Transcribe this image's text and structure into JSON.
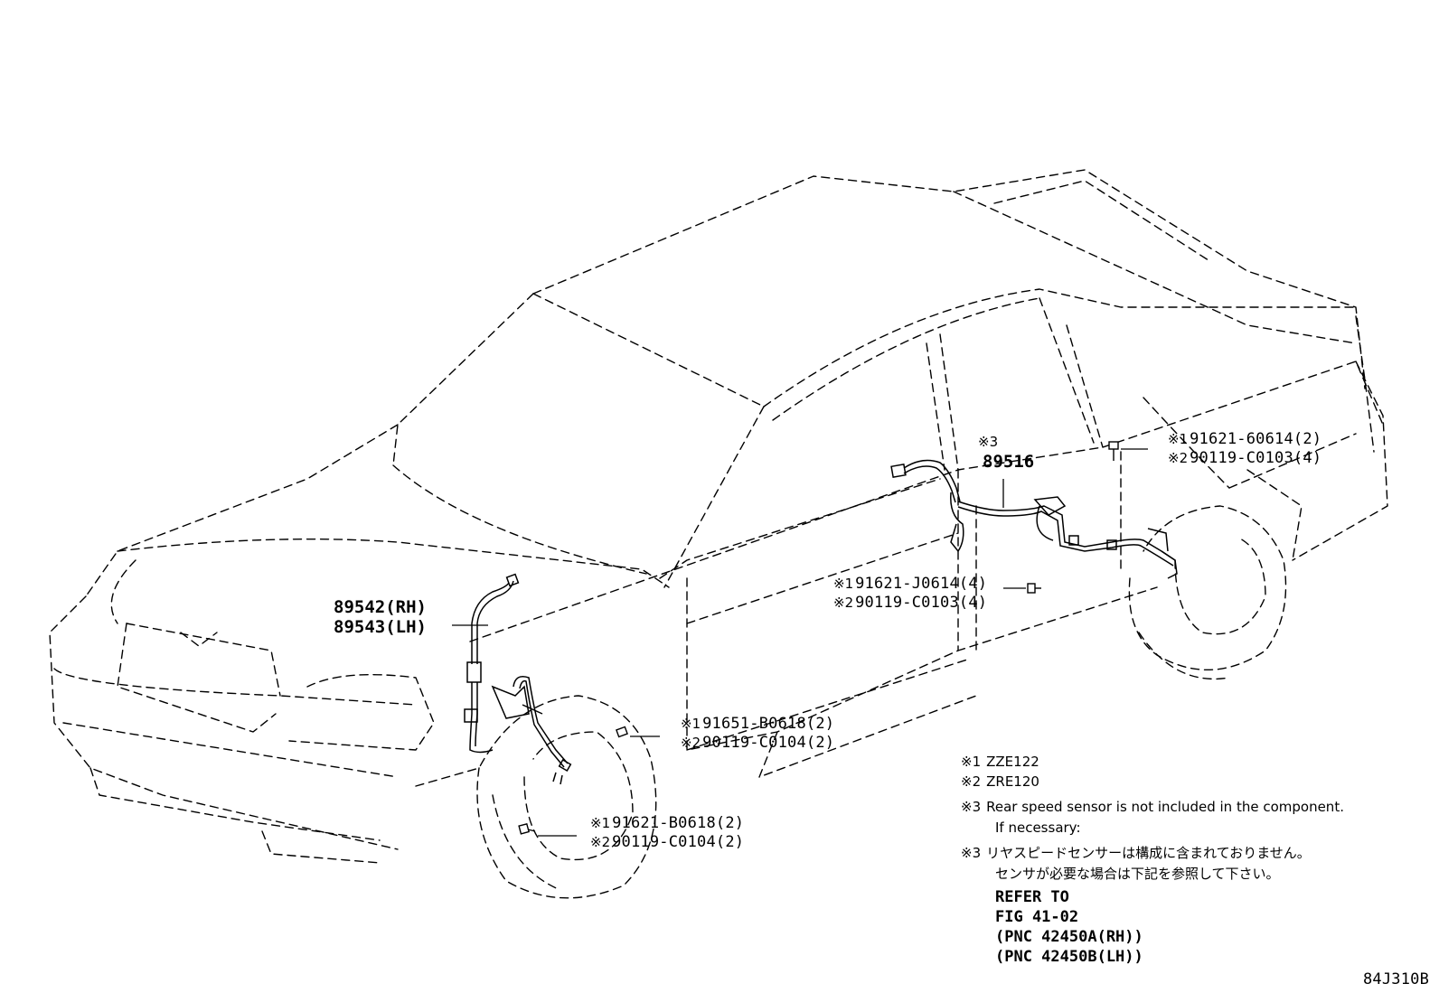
{
  "callouts": {
    "front_sensor": {
      "part_rh": "89542(RH)",
      "part_lh": "89543(LH)"
    },
    "rear_sensor": {
      "mark": "※3",
      "part": "89516"
    },
    "rear_bolt_upper": {
      "mark1": "※1",
      "part1": "91621-60614(2)",
      "mark2": "※2",
      "part2": "90119-C0103(4)"
    },
    "rear_bolt_mid": {
      "mark1": "※1",
      "part1": "91621-J0614(4)",
      "mark2": "※2",
      "part2": "90119-C0103(4)"
    },
    "front_bolt_upper": {
      "mark1": "※1",
      "part1": "91651-B0618(2)",
      "mark2": "※2",
      "part2": "90119-C0104(2)"
    },
    "front_bolt_lower": {
      "mark1": "※1",
      "part1": "91621-B0618(2)",
      "mark2": "※2",
      "part2": "90119-C0104(2)"
    }
  },
  "notes": {
    "n1_mark": "※1",
    "n1_text": "ZZE122",
    "n2_mark": "※2",
    "n2_text": "ZRE120",
    "n3_mark": "※3",
    "n3_line1": "Rear speed sensor is not included in the component.",
    "n3_line2": "If necessary:",
    "n3jp_mark": "※3",
    "n3jp_line1": "リヤスピードセンサーは構成に含まれておりません。",
    "n3jp_line2": "センサが必要な場合は下記を参照して下さい。",
    "refer_lines": [
      "REFER TO",
      "FIG 41-02",
      "(PNC 42450A(RH))",
      "(PNC 42450B(LH))"
    ]
  },
  "figure_code": "84J310B",
  "colors": {
    "line": "#000000",
    "background": "#ffffff"
  },
  "icons": [
    "bolt-icon",
    "sensor-connector-icon"
  ]
}
